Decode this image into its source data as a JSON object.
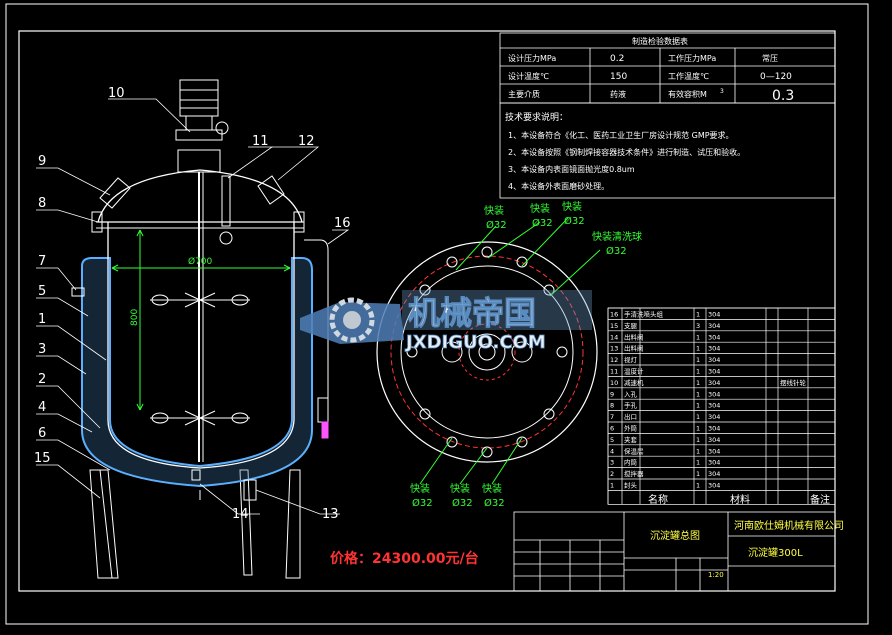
{
  "balloons": {
    "b1": "1",
    "b2": "2",
    "b3": "3",
    "b4": "4",
    "b5": "5",
    "b6": "6",
    "b7": "7",
    "b8": "8",
    "b9": "9",
    "b10": "10",
    "b11": "11",
    "b12": "12",
    "b13": "13",
    "b14": "14",
    "b15": "15",
    "b16": "16"
  },
  "dims": {
    "diameter": "Ø700",
    "height": "800"
  },
  "nozzles": {
    "top1": "快装",
    "top1d": "Ø32",
    "top2": "快装",
    "top2d": "Ø32",
    "top3": "快装",
    "top3d": "Ø32",
    "wash": "快装清洗球",
    "washd": "Ø32",
    "bot1": "快装",
    "bot1d": "Ø32",
    "bot2": "快装",
    "bot2d": "Ø32",
    "bot3": "快装",
    "bot3d": "Ø32"
  },
  "spec_table": {
    "title": "制造检验数据表",
    "r1a": "设计压力MPa",
    "r1b": "0.2",
    "r1c": "工作压力MPa",
    "r1d": "常压",
    "r2a": "设计温度℃",
    "r2b": "150",
    "r2c": "工作温度℃",
    "r2d": "0—120",
    "r3a": "主要介质",
    "r3b": "药液",
    "r3c": "有效容积M",
    "r3c_sup": "3",
    "r3d": "0.3"
  },
  "tech": {
    "title": "技术要求说明：",
    "l1": "1、本设备符合《化工、医药工业卫生厂房设计规范 GMP要求。",
    "l2": "2、本设备按照《钢制焊接容器技术条件》进行制造、试压和验收。",
    "l3": "3、本设备内表面镜面抛光度0.8um",
    "l4": "4、本设备外表面磨砂处理。"
  },
  "watermark": {
    "cn": "机械帝国",
    "en": "JXDIGUO.COM"
  },
  "bom": {
    "rows": [
      [
        "16",
        "手",
        "清洗喷头组",
        "1",
        "304",
        ""
      ],
      [
        "15",
        "支",
        "腿",
        "3",
        "304",
        ""
      ],
      [
        "14",
        "出",
        "料阀",
        "1",
        "304",
        ""
      ],
      [
        "13",
        "出",
        "料阀",
        "1",
        "304",
        ""
      ],
      [
        "12",
        "视",
        "灯",
        "1",
        "304",
        ""
      ],
      [
        "11",
        "温",
        "度计",
        "1",
        "304",
        ""
      ],
      [
        "10",
        "减",
        "速机",
        "1",
        "304",
        "摆线针轮"
      ],
      [
        "9",
        "入",
        "孔",
        "1",
        "304",
        ""
      ],
      [
        "8",
        "手",
        "孔",
        "1",
        "304",
        ""
      ],
      [
        "7",
        "出",
        "口",
        "1",
        "304",
        ""
      ],
      [
        "6",
        "外",
        "筒",
        "1",
        "304",
        ""
      ],
      [
        "5",
        "夹",
        "套",
        "1",
        "304",
        ""
      ],
      [
        "4",
        "保",
        "温层",
        "1",
        "304",
        ""
      ],
      [
        "3",
        "内",
        "筒",
        "1",
        "304",
        ""
      ],
      [
        "2",
        "搅",
        "拌器",
        "1",
        "304",
        ""
      ],
      [
        "1",
        "封",
        "头",
        "1",
        "304",
        ""
      ]
    ],
    "h_name": "名称",
    "h_mat": "材料",
    "h_rem": "备注"
  },
  "title_block": {
    "drawing": "沉淀罐总图",
    "company": "河南欧仕姆机械有限公司",
    "product": "沉淀罐300L",
    "scale": "1:20"
  },
  "price": "价格：24300.00元/台"
}
